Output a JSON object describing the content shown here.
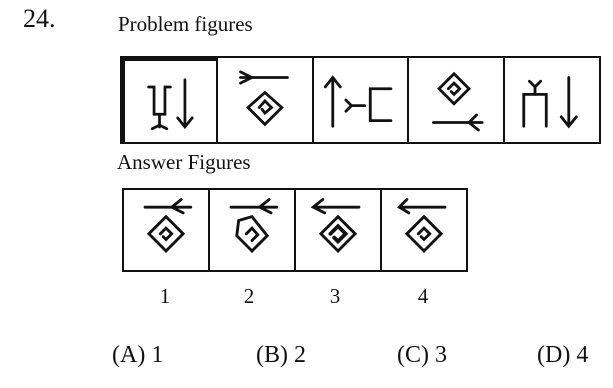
{
  "question": {
    "number": "24.",
    "problem_heading": "Problem figures",
    "answer_heading": "Answer Figures"
  },
  "problem_figures": [
    {
      "icon": "y-fork-down-arrow-icon"
    },
    {
      "icon": "tilted-spiral-square-icon"
    },
    {
      "icon": "up-arrow-bracket-icon"
    },
    {
      "icon": "tilted-spiral-square-icon"
    },
    {
      "icon": "arch-down-arrow-icon"
    }
  ],
  "answer_figures": [
    {
      "label": "1",
      "icon": "tilted-spiral-square-icon"
    },
    {
      "label": "2",
      "icon": "tilted-spiral-square-icon"
    },
    {
      "label": "3",
      "icon": "tilted-spiral-square-icon"
    },
    {
      "label": "4",
      "icon": "tilted-spiral-square-icon"
    }
  ],
  "options": [
    "(A) 1",
    "(B) 2",
    "(C) 3",
    "(D) 4"
  ]
}
